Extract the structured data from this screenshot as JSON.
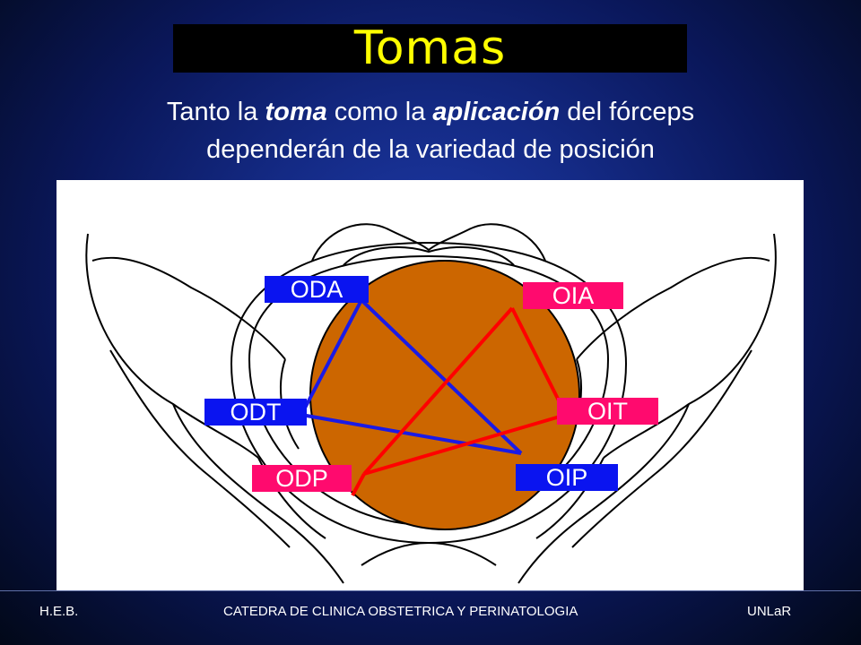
{
  "slide": {
    "title": "Tomas",
    "subtitle": {
      "line1_part1": "Tanto la ",
      "line1_em1": "toma",
      "line1_part2": " como la ",
      "line1_em2": "aplicación",
      "line1_part3": " del fórceps",
      "line2": "dependerán de la variedad de posición"
    }
  },
  "diagram": {
    "head_color": "#cc6600",
    "labels": {
      "oda": "ODA",
      "oia": "OIA",
      "odt": "ODT",
      "oit": "OIT",
      "odp": "ODP",
      "oip": "OIP"
    },
    "colors": {
      "blue_label": "#0a14f0",
      "pink_label": "#ff0a6e",
      "blue_line": "#1a1ae6",
      "red_line": "#ff0000"
    }
  },
  "footer": {
    "left": "H.E.B.",
    "center": "CATEDRA DE CLINICA OBSTETRICA Y PERINATOLOGIA",
    "right": "UNLaR"
  }
}
